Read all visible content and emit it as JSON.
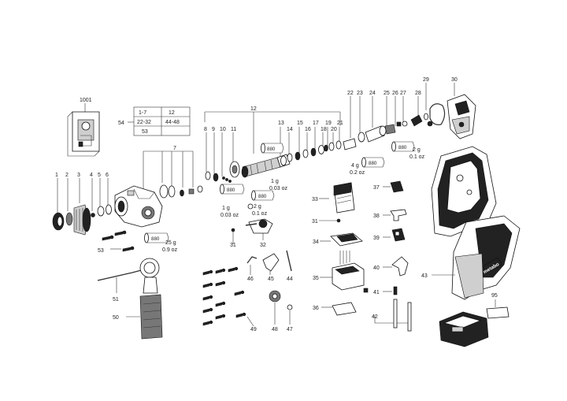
{
  "callouts": [
    "1001",
    "54",
    "53",
    "1",
    "2",
    "3",
    "4",
    "5",
    "6",
    "7",
    "8",
    "9",
    "10",
    "11",
    "12",
    "13",
    "14",
    "15",
    "16",
    "17",
    "18",
    "19",
    "20",
    "21",
    "22",
    "23",
    "24",
    "25",
    "26",
    "27",
    "28",
    "29",
    "30",
    "31",
    "32",
    "33",
    "34",
    "35",
    "36",
    "37",
    "38",
    "39",
    "40",
    "41",
    "42",
    "43",
    "44",
    "45",
    "46",
    "47",
    "48",
    "49",
    "50",
    "51",
    "95"
  ],
  "table_54": {
    "rows": [
      [
        "1-7",
        "12"
      ],
      [
        "22-32",
        "44-48"
      ],
      [
        "53",
        ""
      ]
    ]
  },
  "grease_tags": [
    {
      "code": "880",
      "weight": "25 g",
      "weight_oz": "0.9 oz"
    },
    {
      "code": "880",
      "weight": "1 g",
      "weight_oz": "0.03 oz"
    },
    {
      "code": "880",
      "weight": "1 g",
      "weight_oz": "0.03 oz"
    },
    {
      "code": "880",
      "weight": "2 g",
      "weight_oz": "0.1 oz"
    },
    {
      "code": "880",
      "weight": "4 g",
      "weight_oz": "0.2 oz"
    },
    {
      "code": "880",
      "weight": "2 g",
      "weight_oz": "0.1 oz"
    }
  ],
  "brand_text": "metabo"
}
